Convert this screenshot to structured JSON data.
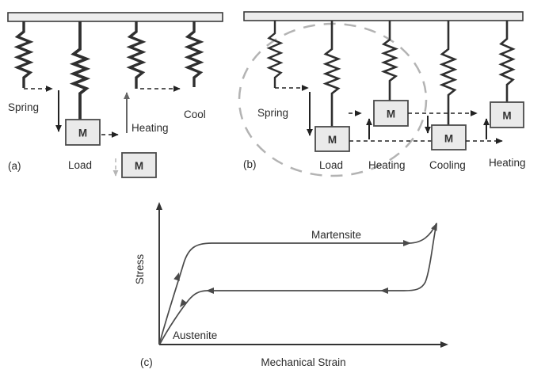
{
  "figure": {
    "background": "#ffffff"
  },
  "panel_a": {
    "tag": "(a)",
    "labels": {
      "spring": "Spring",
      "load": "Load",
      "heating": "Heating",
      "cool": "Cool"
    },
    "masses": [
      "M",
      "M"
    ]
  },
  "panel_b": {
    "tag": "(b)",
    "labels": {
      "spring": "Spring",
      "load": "Load",
      "heating1": "Heating",
      "cooling": "Cooling",
      "heating2": "Heating"
    },
    "masses": [
      "M",
      "M",
      "M",
      "M"
    ]
  },
  "panel_c": {
    "tag": "(c)",
    "ylabel": "Stress",
    "xlabel": "Mechanical Strain",
    "curve_labels": {
      "upper": "Martensite",
      "lower": "Austenite"
    }
  },
  "colors": {
    "spring": "#2f2f2f",
    "ceiling_bar_fill": "#ededed",
    "ceiling_bar_border": "#3a3a3a",
    "mass_fill": "#eaeaea",
    "mass_border": "#4a4a4a",
    "arrow_dark": "#222222",
    "arrow_gray": "#666666",
    "arrow_light": "#b5b5b5",
    "dashed_circle": "#b3b3b3",
    "curve": "#4a4a4a",
    "text": "#2b2b2b"
  },
  "chart_data": {
    "type": "line",
    "title": "",
    "xlabel": "Mechanical Strain",
    "ylabel": "Stress",
    "axes_have_numeric_ticks": false,
    "grid": false,
    "description": "Superelastic stress-strain hysteresis loop of a shape memory alloy: loading follows the upper (Martensite) plateau, unloading returns along the lower (Austenite) plateau.",
    "series": [
      {
        "name": "loading (upper plateau, Martensite)",
        "x": [
          0,
          0.06,
          0.12,
          0.18,
          0.87,
          0.93,
          0.96
        ],
        "y": [
          0,
          0.5,
          0.74,
          0.82,
          0.82,
          0.88,
          1.0
        ]
      },
      {
        "name": "unloading (lower plateau, Austenite)",
        "x": [
          0.96,
          0.93,
          0.9,
          0.17,
          0.1,
          0.05,
          0
        ],
        "y": [
          1.0,
          0.72,
          0.43,
          0.43,
          0.35,
          0.28,
          0
        ]
      }
    ],
    "annotations": [
      {
        "text": "Martensite",
        "position": "above upper plateau"
      },
      {
        "text": "Austenite",
        "position": "near origin"
      }
    ],
    "legend": "none"
  }
}
